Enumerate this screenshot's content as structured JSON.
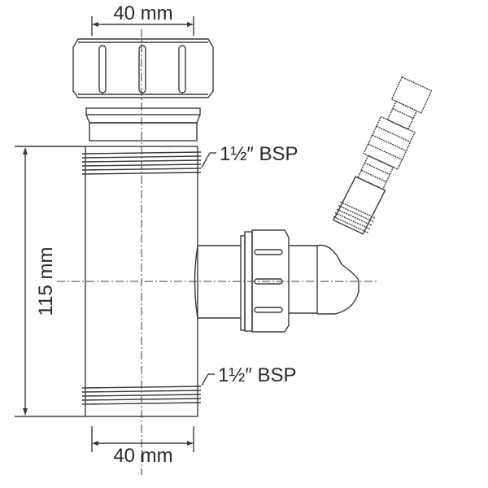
{
  "diagram": {
    "subject": "bottle trap with angled hose connector",
    "dimensions": {
      "top_width": "40 mm",
      "bottom_width": "40 mm",
      "body_height": "115 mm"
    },
    "thread_labels": {
      "upper": "1½″ BSP",
      "lower": "1½″ BSP"
    },
    "colors": {
      "line": "#3a3a3a",
      "text": "#2a2a2a",
      "background": "#ffffff"
    }
  }
}
